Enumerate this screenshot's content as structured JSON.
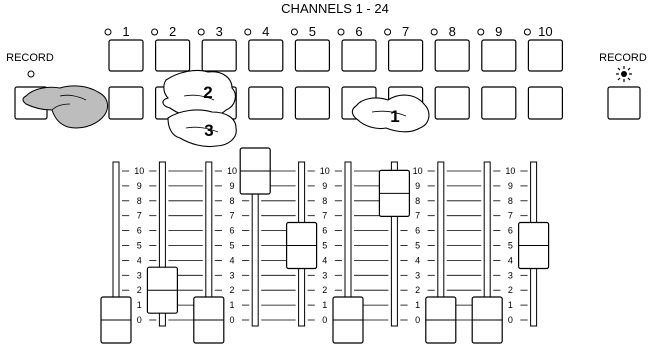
{
  "header": {
    "title": "CHANNELS 1 - 24"
  },
  "record_left": {
    "label": "RECORD"
  },
  "record_right": {
    "label": "RECORD"
  },
  "channels": [
    "1",
    "2",
    "3",
    "4",
    "5",
    "6",
    "7",
    "8",
    "9",
    "10"
  ],
  "callouts": [
    "1",
    "2",
    "3"
  ],
  "scale_labels": [
    "10",
    "9",
    "8",
    "7",
    "6",
    "5",
    "4",
    "3",
    "2",
    "1",
    "0"
  ],
  "faders": [
    {
      "channel": "1",
      "level": 0
    },
    {
      "channel": "2",
      "level": 2
    },
    {
      "channel": "3",
      "level": 0
    },
    {
      "channel": "4",
      "level": 10
    },
    {
      "channel": "5",
      "level": 5
    },
    {
      "channel": "6",
      "level": 0
    },
    {
      "channel": "7",
      "level": 8.5
    },
    {
      "channel": "8",
      "level": 0
    },
    {
      "channel": "9",
      "level": 0
    },
    {
      "channel": "10",
      "level": 5
    }
  ]
}
